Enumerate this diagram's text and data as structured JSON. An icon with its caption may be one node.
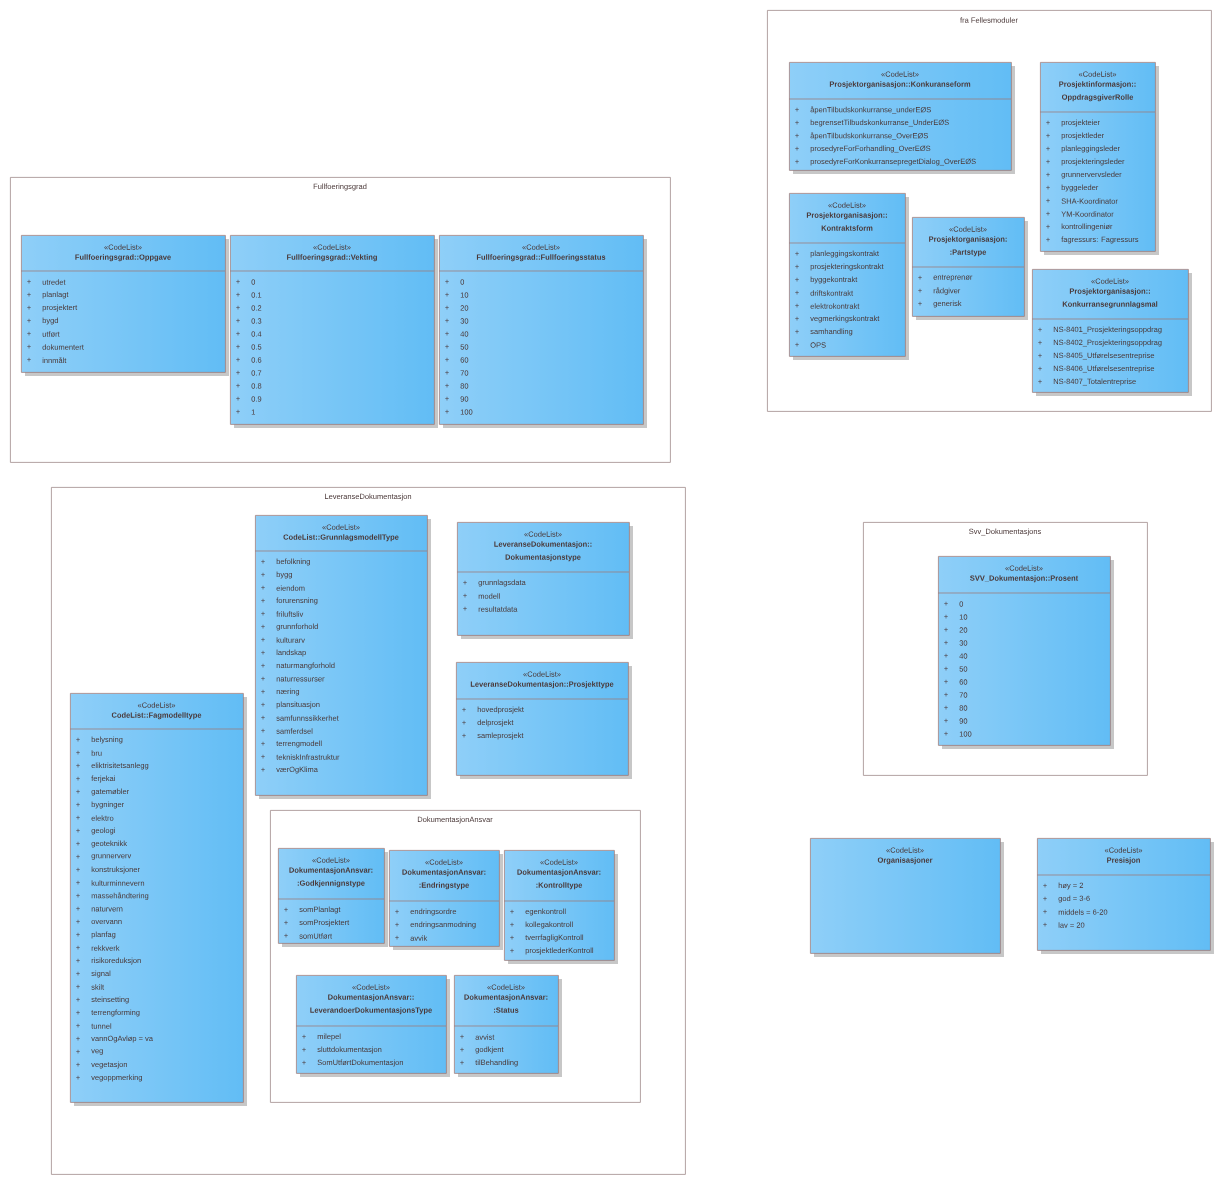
{
  "diagram": {
    "nodes": [
      {
        "text": [
          "fra Fellesmoduler"
        ]
      },
      {
        "text": [
          "«CodeList»",
          "Prosjektorganisasjon::Konkuranseform",
          "+",
          "åpenTilbudskonkurranse_underEØS",
          "+",
          "begrensetTilbudskonkurranse_UnderEØS",
          "+",
          "åpenTilbudskonkurranse_OverEØS",
          "+",
          "prosedyreForForhandling_OverEØS",
          "+",
          "prosedyreForKonkurransepregetDialog_OverEØS"
        ],
        "in": 0
      },
      {
        "text": [
          "«CodeList»",
          "Prosjektinformasjon:: OppdragsgiverRolle",
          "+",
          "prosjekteier",
          "+",
          "prosjektleder",
          "+",
          "planleggingsleder",
          "+",
          "prosjekteringsleder",
          "+",
          "grunnervervsleder",
          "+",
          "byggeleder",
          "+",
          "SHA-Koordinator",
          "+",
          "YM-Koordinator",
          "+",
          "kontrollingeniør",
          "+",
          "fagressurs: Fagressurs"
        ],
        "in": 0
      },
      {
        "text": [
          "«CodeList»",
          "Prosjektorganisasjon:: Kontraktsform",
          "+",
          "planleggingskontrakt",
          "+",
          "prosjekteringskontrakt",
          "+",
          "byggekontrakt",
          "+",
          "driftskontrakt",
          "+",
          "elektrokontrakt",
          "+",
          "vegmerkingskontrakt",
          "+",
          "samhandling",
          "+",
          "OPS"
        ],
        "in": 0
      },
      {
        "text": [
          "«CodeList»",
          "Prosjektorganisasjon: :Partstype",
          "+",
          "entreprenør",
          "+",
          "rådgiver",
          "+",
          "generisk"
        ],
        "in": 0
      },
      {
        "text": [
          "«CodeList»",
          "Prosjektorganisasjon:: Konkurransegrunnlagsmal",
          "+",
          "NS-8401_Prosjekteringsoppdrag",
          "+",
          "NS-8402_Prosjekteringsoppdrag",
          "+",
          "NS-8405_Utførelsesentreprise",
          "+",
          "NS-8406_Utførelsesentreprise",
          "+",
          "NS-8407_Totalentreprise"
        ],
        "in": 0
      },
      {
        "text": [
          "Fullfoeringsgrad"
        ]
      },
      {
        "text": [
          "«CodeList»",
          "Fullfoeringsgrad::Oppgave",
          "+",
          "utredet",
          "+",
          "planlagt",
          "+",
          "prosjektert",
          "+",
          "bygd",
          "+",
          "utført",
          "+",
          "dokumentert",
          "+",
          "innmålt"
        ],
        "in": 6
      },
      {
        "text": [
          "«CodeList»",
          "Fullfoeringsgrad::Vekting",
          "+",
          "0",
          "+",
          "0.1",
          "+",
          "0.2",
          "+",
          "0.3",
          "+",
          "0.4",
          "+",
          "0.5",
          "+",
          "0.6",
          "+",
          "0.7",
          "+",
          "0.8",
          "+",
          "0.9",
          "+",
          "1"
        ],
        "in": 6
      },
      {
        "text": [
          "«CodeList»",
          "Fullfoeringsgrad::Fullfoeringsstatus",
          "+",
          "0",
          "+",
          "10",
          "+",
          "20",
          "+",
          "30",
          "+",
          "40",
          "+",
          "50",
          "+",
          "60",
          "+",
          "70",
          "+",
          "80",
          "+",
          "90",
          "+",
          "100"
        ],
        "in": 6
      },
      {
        "text": [
          "LeveranseDokumentasjon"
        ]
      },
      {
        "text": [
          "«CodeList»",
          "CodeList::GrunnlagsmodellType",
          "+",
          "befolkning",
          "+",
          "bygg",
          "+",
          "eiendom",
          "+",
          "forurensning",
          "+",
          "friluftsliv",
          "+",
          "grunnforhold",
          "+",
          "kulturarv",
          "+",
          "landskap",
          "+",
          "naturmangforhold",
          "+",
          "naturressurser",
          "+",
          "næring",
          "+",
          "plansituasjon",
          "+",
          "samfunnssikkerhet",
          "+",
          "samferdsel",
          "+",
          "terrengmodell",
          "+",
          "tekniskInfrastruktur",
          "+",
          "værOgKlima"
        ],
        "in": 10
      },
      {
        "text": [
          "«CodeList»",
          "LeveranseDokumentasjon:: Dokumentasjonstype",
          "+",
          "grunnlagsdata",
          "+",
          "modell",
          "+",
          "resultatdata"
        ],
        "in": 10
      },
      {
        "text": [
          "«CodeList»",
          "LeveranseDokumentasjon::Prosjekttype",
          "+",
          "hovedprosjekt",
          "+",
          "delprosjekt",
          "+",
          "samleprosjekt"
        ],
        "in": 10
      },
      {
        "text": [
          "«CodeList»",
          "CodeList::Fagmodelltype",
          "+",
          "belysning",
          "+",
          "bru",
          "+",
          "eliktrisitetsanlegg",
          "+",
          "ferjekai",
          "+",
          "gatemøbler",
          "+",
          "bygninger",
          "+",
          "elektro",
          "+",
          "geologi",
          "+",
          "geoteknikk",
          "+",
          "grunnerverv",
          "+",
          "konstruksjoner",
          "+",
          "kulturminnevern",
          "+",
          "massehåndtering",
          "+",
          "naturvern",
          "+",
          "overvann",
          "+",
          "planfag",
          "+",
          "rekkverk",
          "+",
          "risikoreduksjon",
          "+",
          "signal",
          "+",
          "skilt",
          "+",
          "steinsetting",
          "+",
          "terrengforming",
          "+",
          "tunnel",
          "+",
          "vannOgAvløp = va",
          "+",
          "veg",
          "+",
          "vegetasjon",
          "+",
          "vegoppmerking"
        ],
        "in": 10
      },
      {
        "text": [
          "DokumentasjonAnsvar"
        ],
        "in": 10
      },
      {
        "text": [
          "«CodeList»",
          "DokumentasjonAnsvar: :Godkjennignstype",
          "+",
          "somPlanlagt",
          "+",
          "somProsjektert",
          "+",
          "somUtført"
        ],
        "in": 15
      },
      {
        "text": [
          "«CodeList»",
          "DokumentasjonAnsvar: :Endringstype",
          "+",
          "endringsordre",
          "+",
          "endringsanmodning",
          "+",
          "avvik"
        ],
        "in": 15
      },
      {
        "text": [
          "«CodeList»",
          "DokumentasjonAnsvar: :Kontrolltype",
          "+",
          "egenkontroll",
          "+",
          "kollegakontroll",
          "+",
          "tverrfagligKontroll",
          "+",
          "prosjektlederKontroll"
        ],
        "in": 15
      },
      {
        "text": [
          "«CodeList»",
          "DokumentasjonAnsvar:: LeverandoerDokumentasjonsType",
          "+",
          "milepel",
          "+",
          "sluttdokumentasjon",
          "+",
          "SomUtførtDokumentasjon"
        ],
        "in": 15
      },
      {
        "text": [
          "«CodeList»",
          "DokumentasjonAnsvar: :Status",
          "+",
          "avvist",
          "+",
          "godkjent",
          "+",
          "tilBehandling"
        ],
        "in": 15
      },
      {
        "text": [
          "Svv_Dokumentasjons"
        ]
      },
      {
        "text": [
          "«CodeList»",
          "SVV_Dokumentasjon::Prosent",
          "+",
          "0",
          "+",
          "10",
          "+",
          "20",
          "+",
          "30",
          "+",
          "40",
          "+",
          "50",
          "+",
          "60",
          "+",
          "70",
          "+",
          "80",
          "+",
          "90",
          "+",
          "100"
        ],
        "in": 21
      },
      {
        "text": [
          "«CodeList»",
          "Organisasjoner"
        ]
      },
      {
        "text": [
          "«CodeList»",
          "Presisjon",
          "+",
          "høy = 2",
          "+",
          "god = 3-6",
          "+",
          "middels = 6-20",
          "+",
          "lav = 20"
        ]
      }
    ]
  }
}
